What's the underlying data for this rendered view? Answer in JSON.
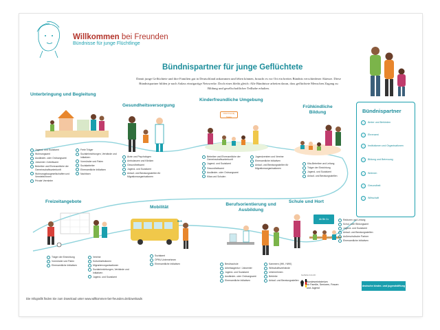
{
  "header": {
    "title_bold": "Willkommen",
    "title_rest": " bei Freunden",
    "subtitle": "Bündnisse für junge Flüchtlinge"
  },
  "main": {
    "title": "Bündnispartner für junge Geflüchtete",
    "intro": "Damit junge Geflüchtete und ihre Familien gut in Deutschland ankommen und leben können, braucht es vor Ort ein breites Bündnis verschiedener Akteure. Diese Bündnispartner bilden je nach Anlass einzigartige Netzwerke. Doch eines bleibt gleich: Alle Bündnisse arbeiten daran, dass geflüchtete Menschen Zugang zu Bildung und gesellschaftlicher Teilhabe erhalten."
  },
  "sections": {
    "unterbringung": {
      "title": "Unterbringung und Begleitung",
      "col1": [
        "Jugend- und Sozialamt",
        "Wohnungsamt",
        "Ausländer- oder Ordnungsamt",
        "Jobcenter / Arbeitsamt",
        "Betreiber und Ehrenamtliche der Gemeinschaftsunterkunft",
        "Wohnungsbaugesellschaften und Vermieter/innen",
        "Private Vermieter"
      ],
      "col2": [
        "Freie Träger",
        "Sozialeinrichtungen, Verbände und Initiativen",
        "Vormünder und Paten",
        "Sozialarbeiter",
        "Ehrenamtliche Initiativen",
        "Nachbarn"
      ]
    },
    "gesundheit": {
      "title": "Gesundheitsversorgung",
      "items": [
        "Ärzte und Psychologen",
        "Ambulanzen und Kliniken",
        "Gesundheitsamt",
        "Jugend- und Sozialamt",
        "Anlauf- und Beratungsstellen für Migrationsorganisationen"
      ]
    },
    "kinderfreundlich": {
      "title": "Kinderfreundliche Umgebung",
      "sign": "Child Friendly Space",
      "col1": [
        "Betreiber und Ehrenamtliche der Gemeinschaftsunterkunft",
        "Jugend- und Sozialamt",
        "Gesundheitsamt",
        "Ausländer- oder Ordnungsamt",
        "Kitas und Schulen"
      ],
      "col2": [
        "Jugendzentren und Vereine",
        "Ehrenamtliche Initiativen",
        "Anlauf- und Beratungsstellen für Migrationsorganisationen"
      ]
    },
    "fruehkindlich": {
      "title": "Frühkindliche Bildung",
      "items": [
        "Kita-Betreiber und Leitung",
        "Träger der Einrichtung",
        "Jugend- und Sozialamt",
        "Anlauf- und Beratungsstellen"
      ]
    },
    "freizeit": {
      "title": "Freizeitangebote",
      "col1": [
        "Träger der Einrichtung",
        "Vormünder und Paten",
        "Ehrenamtliche Initiativen"
      ],
      "col2": [
        "Vereine",
        "Kulturinstitutionen",
        "Migrantenorganisationen",
        "Sozialeinrichtungen, Verbände und Initiativen",
        "Jugend- und Sozialamt"
      ]
    },
    "mobilitaet": {
      "title": "Mobilität",
      "sign": "BUS",
      "items": [
        "Sozialamt",
        "ÖPNV-Unternehmen",
        "Ehrenamtliche Initiativen"
      ]
    },
    "beruf": {
      "title": "Berufsorientierung und Ausbildung",
      "col1": [
        "Berufsschule",
        "Arbeitsagentur / Jobcenter",
        "Jugend- und Sozialamt",
        "Ausländer- oder Ordnungsamt",
        "Ehrenamtliche Initiativen"
      ],
      "col2": [
        "Kammern (IHK, HWK)",
        "Wirtschaftsverbände",
        "Unternehmen",
        "Betriebe",
        "Anlauf- und Beratungsstellen"
      ]
    },
    "schule": {
      "title": "Schule und Hort",
      "board": "Ab Bb Cc",
      "items": [
        "Rektoren und Leitung",
        "Schul- oder Bildungsamt",
        "Jugend- und Sozialamt",
        "Anlauf- und Beratungsstellen",
        "Außerschulische Partner",
        "Ehrenamtliche Initiativen"
      ]
    }
  },
  "partners": {
    "title": "Bündnispartner",
    "items": [
      "Ämter und Behörden",
      "Ehrenamt",
      "Institutionen und Organisationen",
      "Bildung und Betreuung",
      "Wohnen",
      "Gesundheit",
      "Wirtschaft"
    ]
  },
  "footer": {
    "download": "Die Infografik finden Sie zum Download unter www.willkommen-bei-freunden.de/downloads",
    "funded_by": "Gefördert durch:",
    "ministry_lines": [
      "Bundesministerium",
      "für Familie, Senioren, Frauen",
      "und Jugend"
    ],
    "partner_org": "deutsche kinder- und jugendstiftung"
  },
  "colors": {
    "teal": "#1a9fae",
    "dark_teal": "#1a8c9a",
    "brand_red": "#b3342b",
    "orange": "#e8862c",
    "green": "#7bb44a",
    "path": "#8fd3dc"
  }
}
